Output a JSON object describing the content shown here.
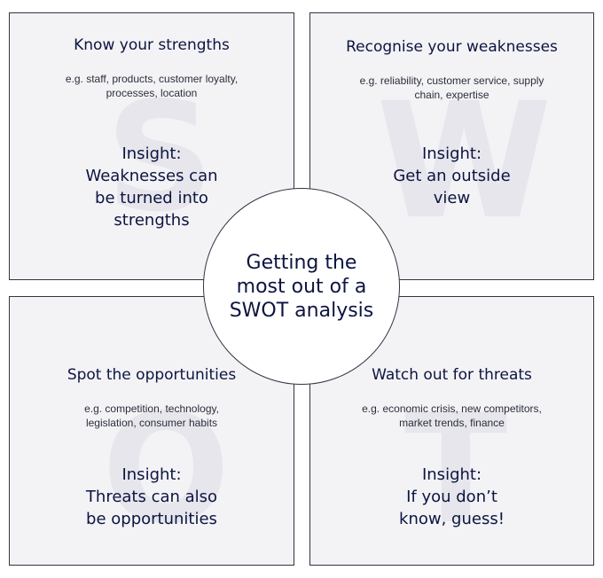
{
  "center": {
    "lines": [
      "Getting the",
      "most out of a",
      "SWOT analysis"
    ]
  },
  "quadrants": {
    "strengths": {
      "letter": "S",
      "title": "Know your strengths",
      "examples": "e.g. staff, products, customer loyalty, processes, location",
      "insight": [
        "Insight:",
        "Weaknesses can",
        "be turned into",
        "strengths"
      ]
    },
    "weaknesses": {
      "letter": "W",
      "title": "Recognise your weaknesses",
      "examples": "e.g. reliability, customer service, supply chain, expertise",
      "insight": [
        "Insight:",
        "Get an outside",
        "view"
      ]
    },
    "opportunities": {
      "letter": "O",
      "title": "Spot the opportunities",
      "examples": "e.g. competition, technology, legislation, consumer habits",
      "insight": [
        "Insight:",
        "Threats can also",
        "be opportunities"
      ]
    },
    "threats": {
      "letter": "T",
      "title": "Watch out for threats",
      "examples": "e.g. economic crisis, new competitors, market trends, finance",
      "insight": [
        "Insight:",
        "If you don’t",
        "know, guess!"
      ]
    }
  },
  "colors": {
    "text": "#0d1440",
    "panel": "#f3f3f6",
    "watermark_letter": "#e6e6ec",
    "border": "#2f3542"
  }
}
